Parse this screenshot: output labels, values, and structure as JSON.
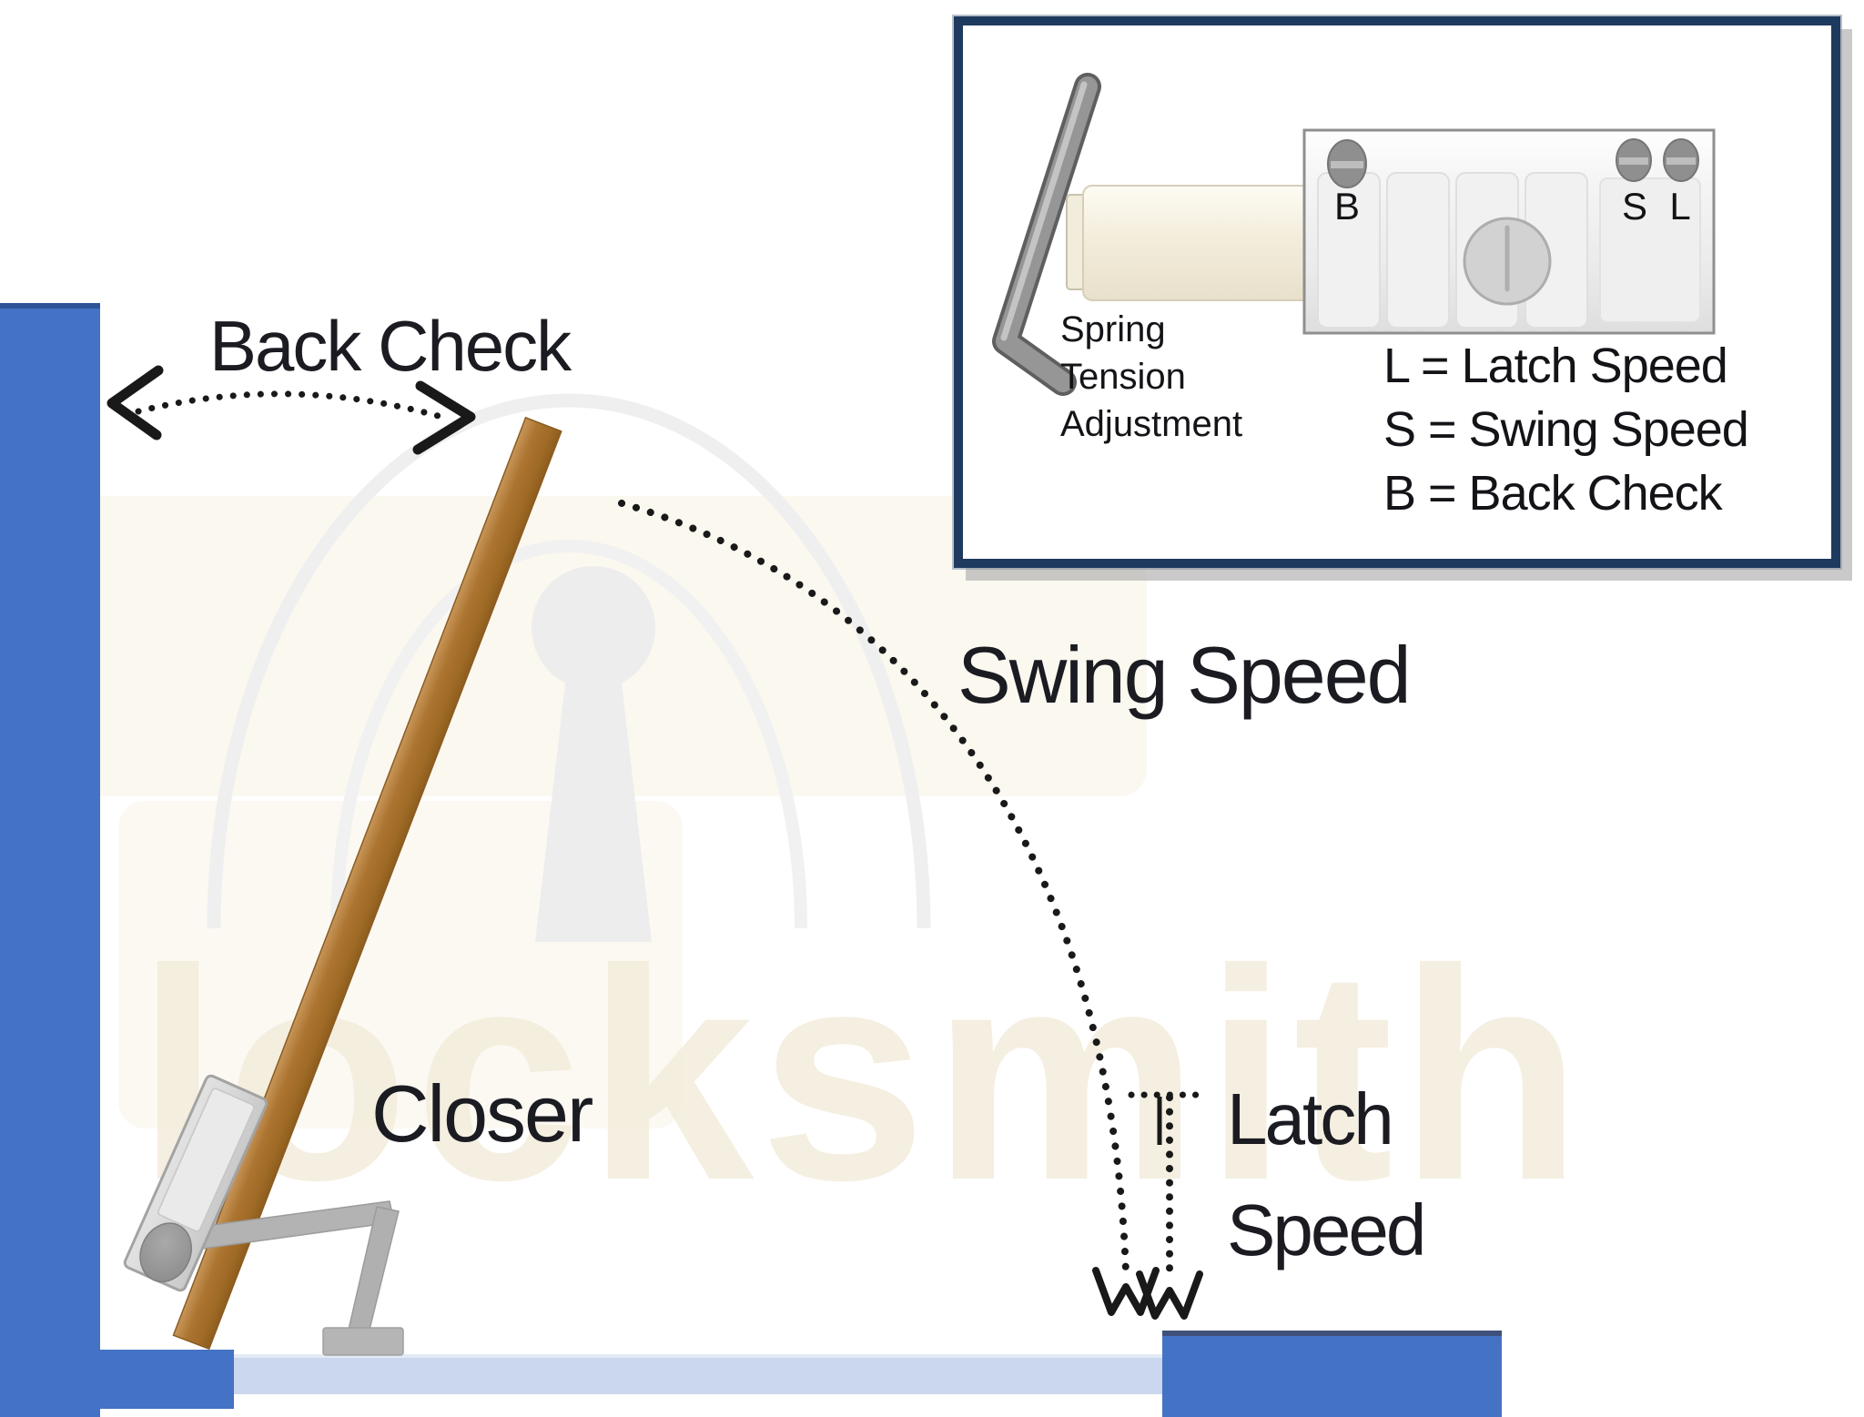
{
  "diagram": {
    "labels": {
      "back_check": "Back Check",
      "swing_speed": "Swing Speed",
      "closer": "Closer",
      "latch_speed_line1": "Latch",
      "latch_speed_line2": "Speed"
    },
    "watermark_text": "locksmith"
  },
  "inset": {
    "spring_label_lines": [
      "Spring",
      "Tension",
      "Adjustment"
    ],
    "screw_labels": {
      "back_check": "B",
      "swing": "S",
      "latch": "L"
    },
    "legend_lines": [
      "L = Latch Speed",
      "S = Swing Speed",
      "B = Back Check"
    ]
  },
  "colors": {
    "frame_blue": "#4472C4",
    "frame_blue_edge": "#2F5496",
    "floor_light_blue": "#CBD7EE",
    "door_brown": "#A9722D",
    "hardware_gray": "#B3B3B3",
    "inset_border_navy": "#1F3A5F",
    "text_dark": "#1B1B22",
    "watermark_cream": "#F3ECDA",
    "arrow_black": "#191919"
  }
}
